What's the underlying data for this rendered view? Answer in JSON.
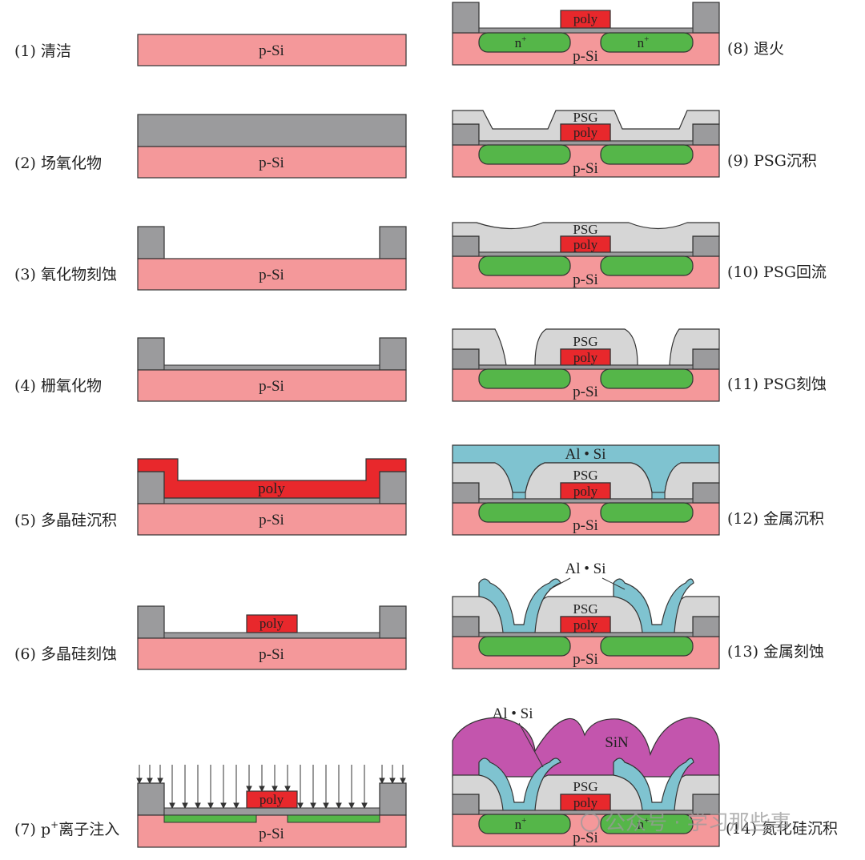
{
  "left_steps": [
    {
      "label": "(1) 清洁"
    },
    {
      "label": "(2) 场氧化物"
    },
    {
      "label": "(3) 氧化物刻蚀"
    },
    {
      "label": "(4) 栅氧化物"
    },
    {
      "label": "(5) 多晶硅沉积"
    },
    {
      "label": "(6) 多晶硅刻蚀"
    },
    {
      "label_prefix": "(7) p",
      "label_sup": "+",
      "label_suffix": "离子注入"
    }
  ],
  "right_steps": [
    {
      "label": "(8) 退火"
    },
    {
      "label": "(9) PSG沉积"
    },
    {
      "label": "(10) PSG回流"
    },
    {
      "label": "(11) PSG刻蚀"
    },
    {
      "label": "(12) 金属沉积"
    },
    {
      "label": "(13) 金属刻蚀"
    },
    {
      "label": "(14) 氮化硅沉积"
    }
  ],
  "materials": {
    "substrate": "p-Si",
    "poly": "poly",
    "psg": "PSG",
    "metal": "Al • Si",
    "nitride": "SiN",
    "n_plus": "n",
    "n_plus_sup": "+"
  },
  "watermark": "公众号 · 学习那些事",
  "colors": {
    "substrate": "#f4989a",
    "oxide": "#9b9b9d",
    "poly": "#e8282c",
    "implant": "#55b649",
    "psg": "#d6d6d6",
    "metal": "#7fc3d0",
    "nitride": "#c355ad",
    "outline": "#333333"
  }
}
